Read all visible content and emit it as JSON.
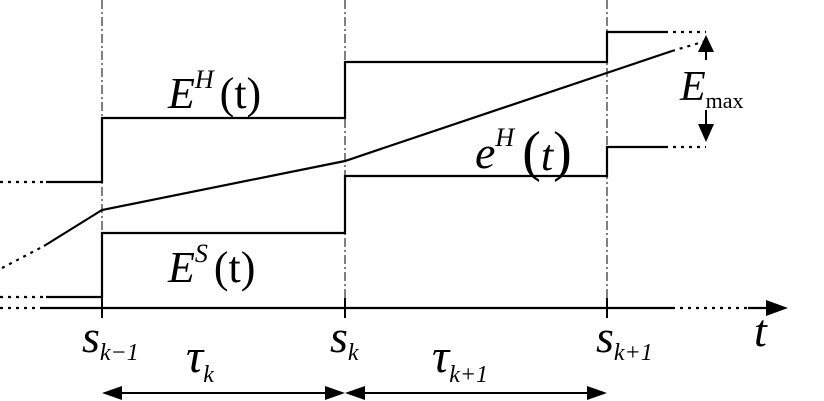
{
  "labels": {
    "eh_main": "E",
    "eh_sup": "H",
    "eh_arg": "(t)",
    "es_main": "E",
    "es_sup": "S",
    "es_arg": "(t)",
    "e_main": "e",
    "e_sup": "H",
    "e_lparen": "(",
    "e_var": "t",
    "e_rparen": ")",
    "emax_main": "E",
    "emax_sub": "max",
    "t_axis": "t",
    "s_prev": "s",
    "s_prev_sub": "k−1",
    "s_cur": "s",
    "s_cur_sub": "k",
    "s_next": "s",
    "s_next_sub": "k+1",
    "tau_k": "τ",
    "tau_k_sub": "k",
    "tau_k1": "τ",
    "tau_k1_sub": "k+1"
  }
}
